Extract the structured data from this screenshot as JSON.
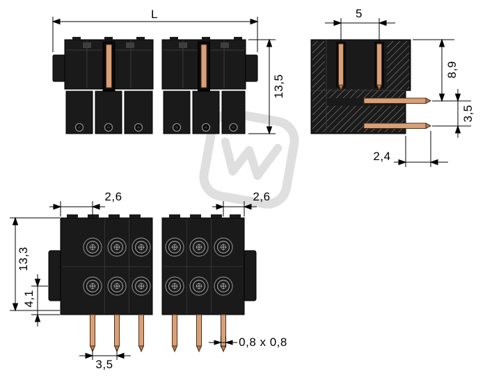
{
  "colors": {
    "background": "#ffffff",
    "housing": "#1a1a1a",
    "pin_copper": "#d9a078",
    "dimension_lines": "#000000",
    "watermark": "#dcdcdc"
  },
  "dimensions": {
    "overall_L": "L",
    "height_right": "13,5",
    "top_width": "5",
    "depth_8_9": "8,9",
    "pitch_side": "3,5",
    "offset_2_4": "2,4",
    "offset_2_6_left": "2,6",
    "offset_2_6_right": "2,6",
    "height_left": "13,3",
    "pin_row_offset": "4,1",
    "pitch_bottom": "3,5",
    "pin_cross_section": "0,8 x 0,8"
  }
}
